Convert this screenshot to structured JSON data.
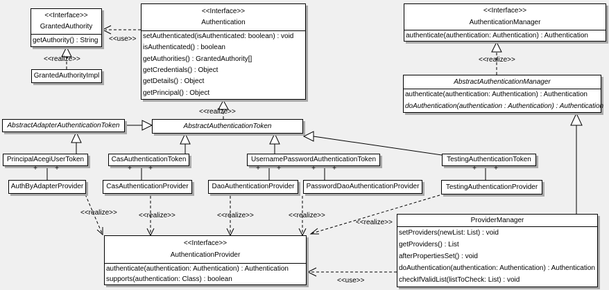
{
  "colors": {
    "background": "#f0f0f0",
    "box_fill": "#ffffff",
    "border": "#000000",
    "shadow": "#a9a9a9"
  },
  "stereotype_labels": {
    "interface": "<<Interface>>",
    "realize": "<<realize>>",
    "use": "<<use>>",
    "plus": "+"
  },
  "classes": {
    "granted_authority": {
      "stereotype": "<<Interface>>",
      "name": "GrantedAuthority",
      "methods": [
        "getAuthority() : String"
      ]
    },
    "granted_authority_impl": {
      "name": "GrantedAuthorityImpl"
    },
    "authentication": {
      "stereotype": "<<Interface>>",
      "name": "Authentication",
      "methods": [
        "setAuthenticated(isAuthenticated: boolean) : void",
        "isAuthenticated() : boolean",
        "getAuthorities() : GrantedAuthority[]",
        "getCredentials() : Object",
        "getDetails() : Object",
        "getPrincipal() : Object"
      ]
    },
    "authentication_manager": {
      "stereotype": "<<Interface>>",
      "name": "AuthenticationManager",
      "methods": [
        "authenticate(authentication: Authentication) : Authentication"
      ]
    },
    "abstract_authentication_manager": {
      "name": "AbstractAuthenticationManager",
      "methods": [
        "authenticate(authentication: Authentication) : Authentication",
        "doAuthentication(authentication : Authentication) : Authentication"
      ]
    },
    "abstract_adapter_authentication_token": {
      "name": "AbstractAdapterAuthenticationToken"
    },
    "abstract_authentication_token": {
      "name": "AbstractAuthenticationToken"
    },
    "principal_acegi_user_token": {
      "name": "PrincipalAcegiUserToken"
    },
    "cas_authentication_token": {
      "name": "CasAuthenticationToken"
    },
    "username_password_authentication_token": {
      "name": "UsernamePasswordAuthenticationToken"
    },
    "testing_authentication_token": {
      "name": "TestingAuthenticationToken"
    },
    "auth_by_adapter_provider": {
      "name": "AuthByAdapterProvider"
    },
    "cas_authentication_provider": {
      "name": "CasAuthenticationProvider"
    },
    "dao_authentication_provider": {
      "name": "DaoAuthenticationProvider"
    },
    "password_dao_authentication_provider": {
      "name": "PasswordDaoAuthenticationProvider"
    },
    "testing_authentication_provider": {
      "name": "TestingAuthenticationProvider"
    },
    "authentication_provider": {
      "stereotype": "<<Interface>>",
      "name": "AuthenticationProvider",
      "methods": [
        "authenticate(authentication: Authentication) : Authentication",
        "supports(authentication: Class) : boolean"
      ]
    },
    "provider_manager": {
      "name": "ProviderManager",
      "methods": [
        "setProviders(newList: List) : void",
        "getProviders() : List",
        "afterPropertiesSet() : void",
        "doAuthentication(authentication: Authentication) : Authentication",
        "checkIfValidList(listToCheck: List) : void"
      ]
    }
  }
}
